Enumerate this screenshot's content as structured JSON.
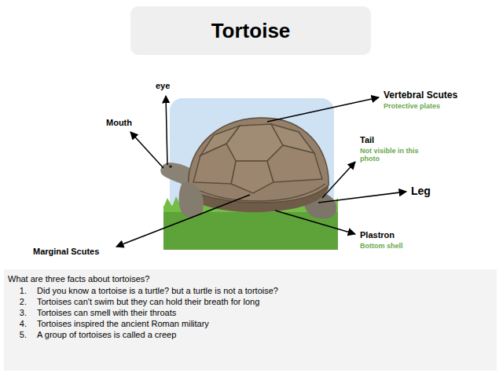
{
  "diagram": {
    "title": "Tortoise",
    "nodes": [
      {
        "text": [
          "What are three facts about tortoises?",
          "1.",
          "Did you know a tortoise is a turtle? but a turtle is not a tortoise?",
          "2.",
          "Tortoises can't swim but they can hold their breath for long",
          "3.",
          "Tortoises can smell with their throats",
          "4.",
          "Tortoises inspired the ancient Roman military",
          "5.",
          "A group of tortoises is called a creep"
        ]
      }
    ],
    "labels": [
      "eye",
      "Mouth",
      "Vertebral Scutes",
      "Protective plates",
      "Tail",
      "Not visible in this photo",
      "Leg",
      "Plastron",
      "Bottom shell",
      "Marginal Scutes"
    ]
  }
}
